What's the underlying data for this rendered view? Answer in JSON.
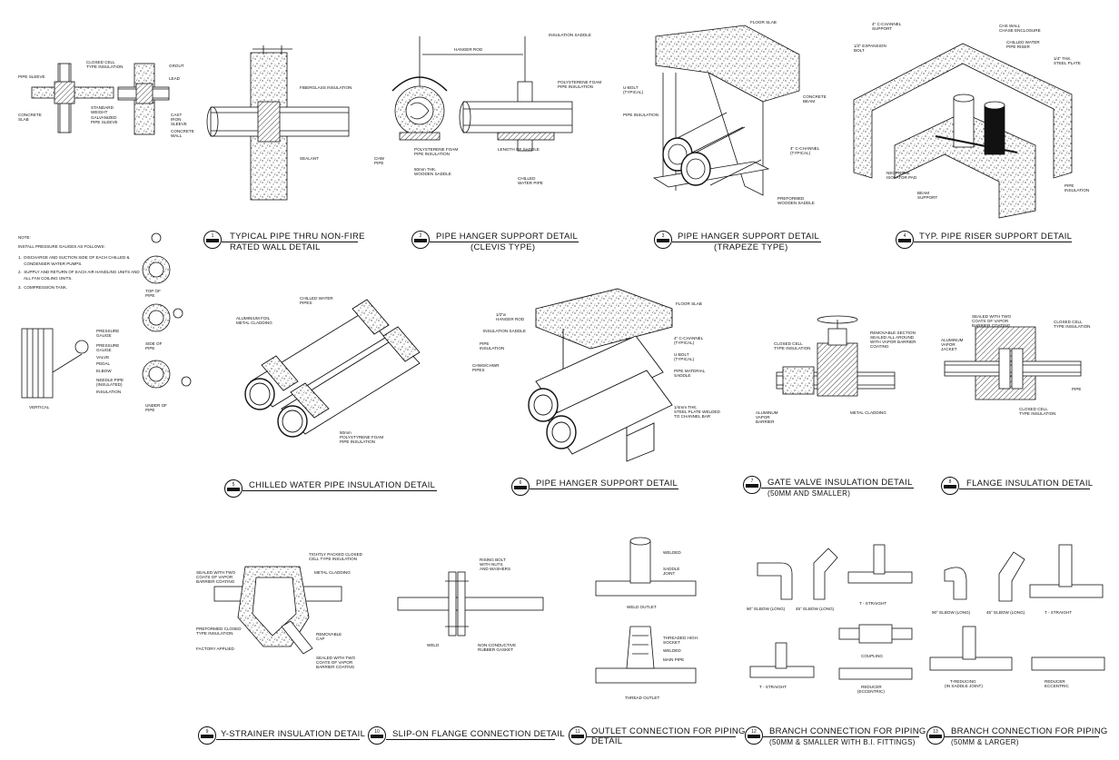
{
  "details": [
    {
      "num": "1",
      "title": "TYPICAL PIPE THRU NON-FIRE",
      "subtitle": "RATED WALL DETAIL"
    },
    {
      "num": "2",
      "title": "PIPE HANGER SUPPORT DETAIL",
      "subtitle": "(CLEVIS TYPE)"
    },
    {
      "num": "3",
      "title": "PIPE HANGER SUPPORT DETAIL",
      "subtitle": "(TRAPEZE TYPE)"
    },
    {
      "num": "4",
      "title": "TYP. PIPE RISER SUPPORT DETAIL",
      "subtitle": ""
    },
    {
      "num": "5",
      "title": "CHILLED WATER PIPE INSULATION DETAIL",
      "subtitle": ""
    },
    {
      "num": "6",
      "title": "PIPE HANGER SUPPORT DETAIL",
      "subtitle": ""
    },
    {
      "num": "7",
      "title": "GATE VALVE INSULATION DETAIL",
      "subtitle": "(50MM AND SMALLER)"
    },
    {
      "num": "8",
      "title": "FLANGE INSULATION DETAIL",
      "subtitle": ""
    },
    {
      "num": "9",
      "title": "Y-STRAINER INSULATION DETAIL",
      "subtitle": ""
    },
    {
      "num": "10",
      "title": "SLIP-ON FLANGE CONNECTION DETAIL",
      "subtitle": ""
    },
    {
      "num": "11",
      "title": "OUTLET CONNECTION FOR PIPING",
      "subtitle": "DETAIL"
    },
    {
      "num": "12",
      "title": "BRANCH CONNECTION FOR PIPING",
      "subtitle": "(50MM & SMALLER WITH B.I. FITTINGS)"
    },
    {
      "num": "13",
      "title": "BRANCH CONNECTION FOR PIPING",
      "subtitle": "(50MM & LARGER)"
    }
  ],
  "labels": {
    "d1": [
      "CLOSED CELL",
      "TYPE INSULATION",
      "GROUT",
      "LEAD",
      "STANDARD",
      "WEIGHT",
      "GALVANIZED",
      "PIPE SLEEVE",
      "CAST",
      "IRON",
      "SLEEVE",
      "CONCRETE",
      "WALL",
      "CONCRETE",
      "SLAB",
      "PIPE SLEEVE"
    ],
    "d2": [
      "HANGER ROD",
      "INSULATION SADDLE",
      "POLYSTERENE FOAM",
      "PIPE INSULATION",
      "CHW",
      "PIPE",
      "50mm THK.",
      "WOODEN SADDLE",
      "LENGTH OF SADDLE",
      "CHILLED",
      "WATER PIPE",
      "SEALANT",
      "FIBERGLASS INSULATION"
    ],
    "d3": [
      "FLOOR SLAB",
      "CONCRETE",
      "BEAM",
      "U-BOLT",
      "(TYPICAL)",
      "PIPE INSULATION",
      "4\" C-CHANNEL",
      "(TYPICAL)",
      "PREFORMED",
      "WOODEN SADDLE"
    ],
    "d4": [
      "4\" C-CHANNEL",
      "SUPPORT",
      "CHS WALL",
      "CHASE ENCLOSURE",
      "CHILLED WATER",
      "PIPE RISER",
      "1/2\" EXPANSION",
      "BOLT",
      "1/4\" THK.",
      "STEEL PLATE",
      "NEOPRENE",
      "ISOLATOR PAD",
      "BEAM",
      "SUPPORT",
      "PIPE",
      "INSULATION"
    ],
    "d5": [
      "CHILLED WATER",
      "PIPES",
      "ALUMINIUM FOIL",
      "METAL CLADDING",
      "50mm",
      "POLYSTYRENE FOAM",
      "PIPE INSULATION"
    ],
    "d6": [
      "FLOOR SLAB",
      "1/2\"ø",
      "HANGER ROD",
      "INSULATION SADDLE",
      "PIPE",
      "INSULATION",
      "CHWS/CHWR",
      "PIPES",
      "4\" C-CHANNEL",
      "(TYPICAL)",
      "U-BOLT",
      "(TYPICAL)",
      "PIPE MATERIAL",
      "SADDLE",
      "1/4mm THK.",
      "STEEL PLATE WELDED",
      "TO CHANNEL BAR"
    ],
    "d7": [
      "CLOSED CELL",
      "TYPE INSULATION",
      "REMOVABLE SECTION",
      "SEALED ALL AROUND",
      "WITH VAPOR BARRIER",
      "COATING",
      "ALUMINUM",
      "VAPOR",
      "BARRIER",
      "METAL CLADDING"
    ],
    "d8": [
      "SEALED WITH TWO",
      "COATS OF VAPOR",
      "BARRIER COATING",
      "CLOSED CELL",
      "TYPE INSULATION",
      "ALUMINUM",
      "VAPOR",
      "JACKET",
      "PIPE",
      "CLOSED CELL",
      "TYPE INSULATION"
    ],
    "d9": [
      "SEALED WITH TWO",
      "COATS OF VAPOR",
      "BARRIER COATING",
      "TIGHTLY PACKED CLOSED",
      "CELL TYPE INSULATION",
      "METAL CLADDING",
      "PREFORMED CLOSED",
      "TYPE INSULATION",
      "FACTORY APPLIED",
      "REMOVABLE",
      "CAP",
      "SEALED WITH TWO",
      "COATS OF VAPOR",
      "BARRIER COATING"
    ],
    "d10": [
      "RISING BOLT",
      "WITH NUTS",
      "AND WASHERS",
      "WELD",
      "NON-CONDUCTIVE",
      "RUBBER GASKET"
    ],
    "d11": [
      "WELDED",
      "SADDLE",
      "JOINT",
      "WELD OUTLET",
      "THREADED HIGH",
      "SOCKET",
      "WELDED",
      "MAIN PIPE",
      "THREAD OUTLET"
    ],
    "d12": [
      "90° ELBOW (LONG)",
      "45° ELBOW (LONG)",
      "T - STRAIGHT",
      "COUPLING",
      "T - STRAIGHT",
      "REDUCER",
      "(ECCENTRIC)"
    ],
    "d13": [
      "90° ELBOW (LONG)",
      "45° ELBOW (LONG)",
      "T - STRAIGHT",
      "T-REDUCING",
      "(IN SADDLE JOINT)",
      "REDUCER",
      "ECCENTRIC"
    ],
    "gauge": [
      "TOP OF",
      "PIPE",
      "SIDE OF",
      "PIPE",
      "UNDER OF",
      "PIPE",
      "PRESSURE",
      "GAUGE",
      "PRESSURE",
      "GAUGE",
      "VALVE",
      "PEDAL",
      "ELBOW",
      "NEEDLE PIPE",
      "(INSULATED)",
      "INSULATION",
      "VERTICAL"
    ]
  },
  "note": {
    "heading": "NOTE:",
    "lines": [
      "INSTALL PRESSURE GAUGES AS FOLLOWS:",
      "1.  DISCHARGE AND SUCTION SIDE OF EACH CHILLED &",
      "     CONDENSER WATER PUMPS.",
      "2.  SUPPLY AND RETURN OF EACH AIR HANDLING UNITS AND",
      "     ALL FAN COILING UNITS.",
      "3.  COMPRESSION TANK."
    ]
  }
}
